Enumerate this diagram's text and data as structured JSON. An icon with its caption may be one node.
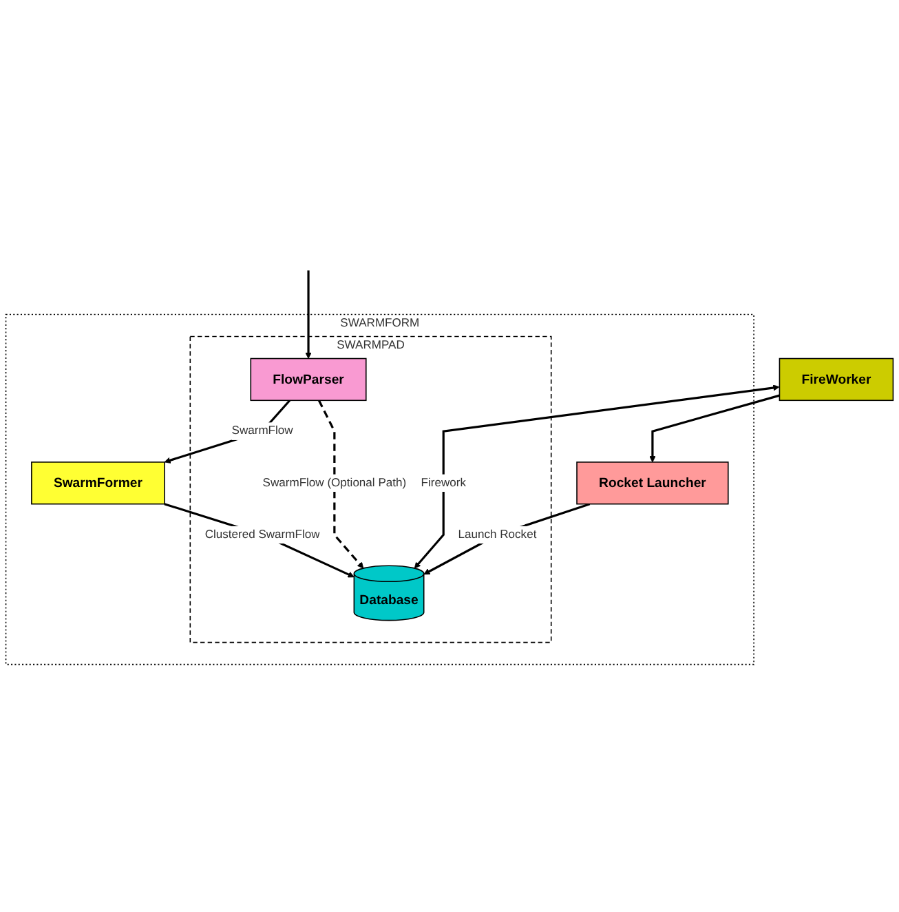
{
  "diagram": {
    "nodes": [
      {
        "text": [
          "SWARMFORM"
        ]
      },
      {
        "text": [
          "SWARMPAD"
        ],
        "in": 0
      },
      {
        "text": [
          "FlowParser"
        ],
        "in": 1
      },
      {
        "text": [
          "SwarmFormer"
        ],
        "in": 0
      },
      {
        "text": [
          "Database"
        ],
        "in": 1
      },
      {
        "text": [
          "Rocket Launcher"
        ],
        "in": 0
      },
      {
        "text": [
          "FireWorker"
        ]
      }
    ],
    "edges": [
      {
        "from": null,
        "to": 2,
        "arrow": "to"
      },
      {
        "from": 2,
        "to": 3,
        "arrow": "to",
        "label": "SwarmFlow"
      },
      {
        "from": 2,
        "to": 4,
        "arrow": "to",
        "label": "SwarmFlow (Optional Path)",
        "style": "dashed"
      },
      {
        "from": 3,
        "to": 4,
        "arrow": "to",
        "label": "Clustered SwarmFlow"
      },
      {
        "from": 5,
        "to": 4,
        "arrow": "to",
        "label": "Launch Rocket"
      },
      {
        "from": 6,
        "to": 4,
        "arrow": "both",
        "label": "Firework"
      },
      {
        "from": 6,
        "to": 5,
        "arrow": "to"
      }
    ]
  }
}
